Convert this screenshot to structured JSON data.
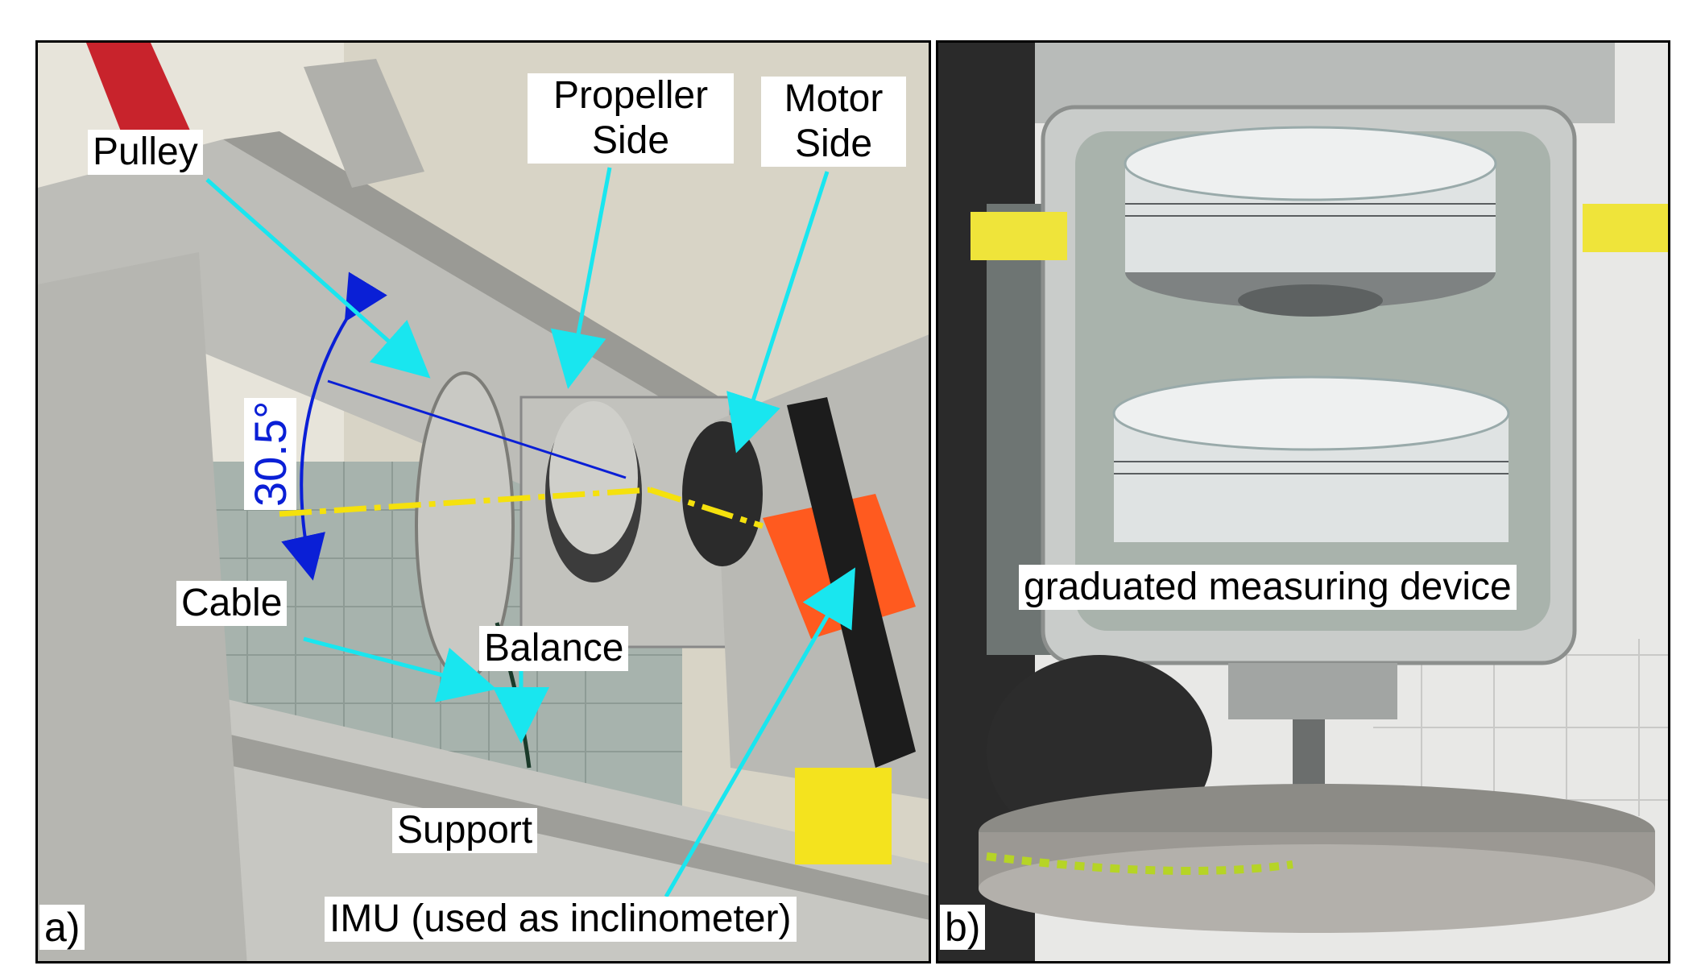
{
  "figure": {
    "panel_a": {
      "tag": "a)",
      "labels": {
        "pulley": "Pulley",
        "propeller_side_1": "Propeller",
        "propeller_side_2": "Side",
        "motor_side_1": "Motor",
        "motor_side_2": "Side",
        "cable": "Cable",
        "balance": "Balance",
        "support": "Support",
        "imu": "IMU (used as inclinometer)",
        "angle": "30.5°"
      }
    },
    "panel_b": {
      "tag": "b)",
      "labels": {
        "device": "graduated measuring device"
      }
    }
  },
  "colors": {
    "arrow": "#19e6ef",
    "angle": "#0a1fd6",
    "axis_line": "#f5e10d",
    "imu": "#ff5a1f"
  }
}
